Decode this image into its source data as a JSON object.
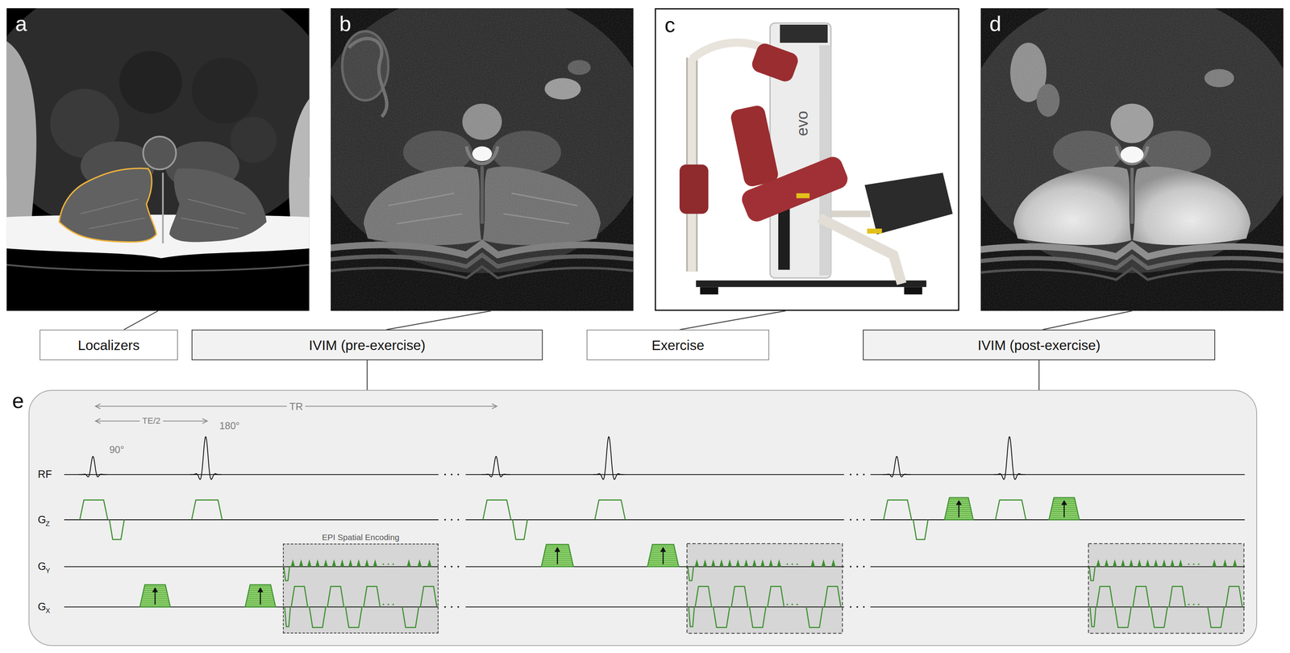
{
  "diagram": {
    "nodes": [
      {
        "text": [
          "a"
        ]
      },
      {
        "text": [
          "b"
        ]
      },
      {
        "text": [
          "c"
        ]
      },
      {
        "text": [
          "d"
        ]
      },
      {
        "text": [
          "Localizers"
        ]
      },
      {
        "text": [
          "IVIM (pre-exercise)"
        ]
      },
      {
        "text": [
          "Exercise"
        ]
      },
      {
        "text": [
          "IVIM (post-exercise)"
        ]
      },
      {
        "text": [
          "e"
        ]
      },
      {
        "text": [
          "EPI Spatial Encoding"
        ],
        "in": 8
      }
    ],
    "edges": [
      {
        "from": 0,
        "to": 4,
        "arrow": "none"
      },
      {
        "from": 1,
        "to": 5,
        "arrow": "none"
      },
      {
        "from": 2,
        "to": 6,
        "arrow": "none"
      },
      {
        "from": 3,
        "to": 7,
        "arrow": "none"
      },
      {
        "from": 5,
        "to": 8,
        "arrow": "none"
      },
      {
        "from": 7,
        "to": 8,
        "arrow": "none"
      }
    ],
    "labels": [
      "TR",
      "TE/2",
      "90°",
      "180°",
      "RF",
      "G",
      "Z",
      "G",
      "Y",
      "G",
      "X",
      "evo"
    ]
  }
}
